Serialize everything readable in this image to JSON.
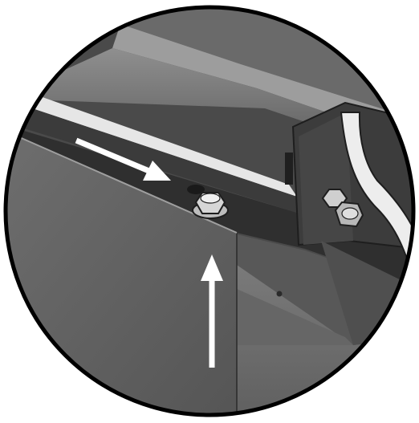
{
  "figure": {
    "kind": "circular detail view of a mounting bracket and bolt",
    "colors": {
      "background": "#ffffff",
      "outline": "#000000",
      "arrow": "#ffffff",
      "dark_steel": "#3a3a3a",
      "mid_steel": "#6b6b6b",
      "light_steel": "#9a9a9a",
      "highlight": "#d9d9d9"
    },
    "arrows": [
      {
        "name": "horizontal-insertion-arrow",
        "direction": "down-right",
        "icon": "arrow-icon"
      },
      {
        "name": "vertical-lift-arrow",
        "direction": "up",
        "icon": "arrow-icon"
      }
    ],
    "fasteners": [
      {
        "name": "hex-bolt-center"
      },
      {
        "name": "hex-bolt-bracket"
      }
    ]
  }
}
